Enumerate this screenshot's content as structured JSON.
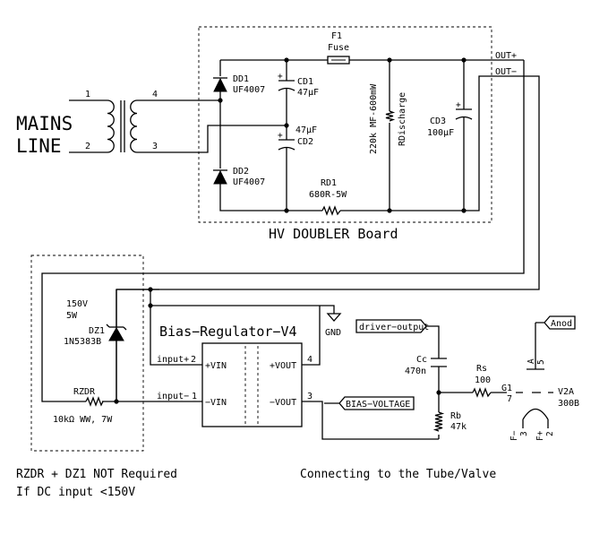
{
  "mains": {
    "line1": "MAINS",
    "line2": "LINE",
    "pin1": "1",
    "pin2": "2",
    "pin4": "4",
    "pin3": "3"
  },
  "hv_board": {
    "title": "HV DOUBLER Board",
    "dd1_ref": "DD1",
    "dd1_val": "UF4007",
    "dd2_ref": "DD2",
    "dd2_val": "UF4007",
    "cd1_ref": "CD1",
    "cd1_val": "47µF",
    "cd2_ref": "CD2",
    "cd2_val": "47µF",
    "f1_ref": "F1",
    "f1_val": "Fuse",
    "rd1_ref": "RD1",
    "rd1_val": "680R-5W",
    "rdis_ref": "RDischarge",
    "rdis_val": "220k MF-600mW",
    "cd3_ref": "CD3",
    "cd3_val": "100µF",
    "out_plus": "OUT+",
    "out_minus": "OUT−"
  },
  "zener_block": {
    "dz1_ref": "DZ1",
    "dz1_val": "1N5383B",
    "dz1_spec1": "150V",
    "dz1_spec2": "5W",
    "rzdr_ref": "RZDR",
    "rzdr_val": "10kΩ WW, 7W"
  },
  "regulator": {
    "title": "Bias−Regulator−V4",
    "pin_vin_plus": "+VIN",
    "pin_vin_minus": "−VIN",
    "pin_vout_plus": "+VOUT",
    "pin_vout_minus": "−VOUT",
    "n2": "2",
    "n1": "1",
    "n4": "4",
    "n3": "3",
    "input_plus": "input+",
    "input_minus": "input−",
    "gnd": "GND"
  },
  "tube": {
    "driver_output": "driver−output",
    "bias_voltage": "BIAS−VOLTAGE",
    "anod": "Anod",
    "cc_ref": "Cc",
    "cc_val": "470n",
    "rs_ref": "Rs",
    "rs_val": "100",
    "rb_ref": "Rb",
    "rb_val": "47k",
    "g1": "G1",
    "g1_pin": "7",
    "v2a_ref": "V2A",
    "v2a_val": "300B",
    "a_label": "A",
    "a_pin": "5",
    "fm_label": "F−",
    "fm_pin": "3",
    "fp_label": "F+",
    "fp_pin": "2"
  },
  "notes": {
    "left1": "RZDR + DZ1 NOT Required",
    "left2": "If DC input <150V",
    "right": "Connecting to the Tube/Valve"
  }
}
